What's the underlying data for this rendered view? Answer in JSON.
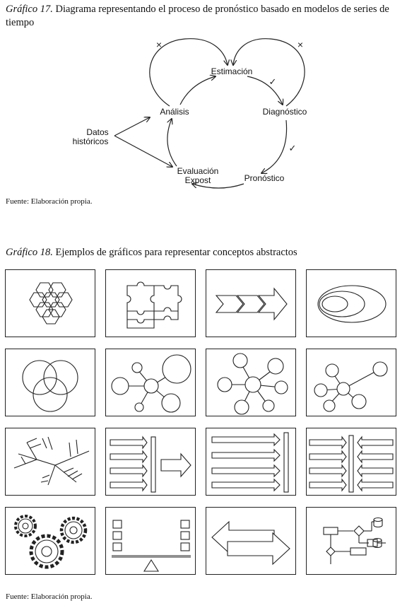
{
  "figure17": {
    "caption_label": "Gráfico 17.",
    "caption_text": " Diagrama representando el proceso de pronóstico basado en modelos de series de tiempo",
    "nodes": {
      "estimacion": "Estimación",
      "analisis": "Análisis",
      "diagnostico": "Diagnóstico",
      "pronostico": "Pronóstico",
      "evaluacion_1": "Evaluación",
      "evaluacion_2": "Expost",
      "datos_1": "Datos",
      "datos_2": "históricos"
    },
    "marks": {
      "cross": "×",
      "check": "✓"
    },
    "source": "Fuente: Elaboración propia."
  },
  "figure18": {
    "caption_label": "Gráfico 18.",
    "caption_text": " Ejemplos de gráficos para representar conceptos abstractos",
    "tiles": [
      "hexagon-cluster",
      "puzzle-pieces",
      "chevron-process",
      "nested-ellipses",
      "venn-diagram",
      "hub-spoke-large",
      "hub-spoke-medium",
      "hub-spoke-small",
      "fishbone",
      "arrows-to-bar-to-arrow",
      "long-arrows-to-bar",
      "arrows-converging-bar",
      "gears",
      "balance-scale",
      "bidirectional-arrows",
      "flowchart"
    ],
    "source": "Fuente: Elaboración propia."
  }
}
